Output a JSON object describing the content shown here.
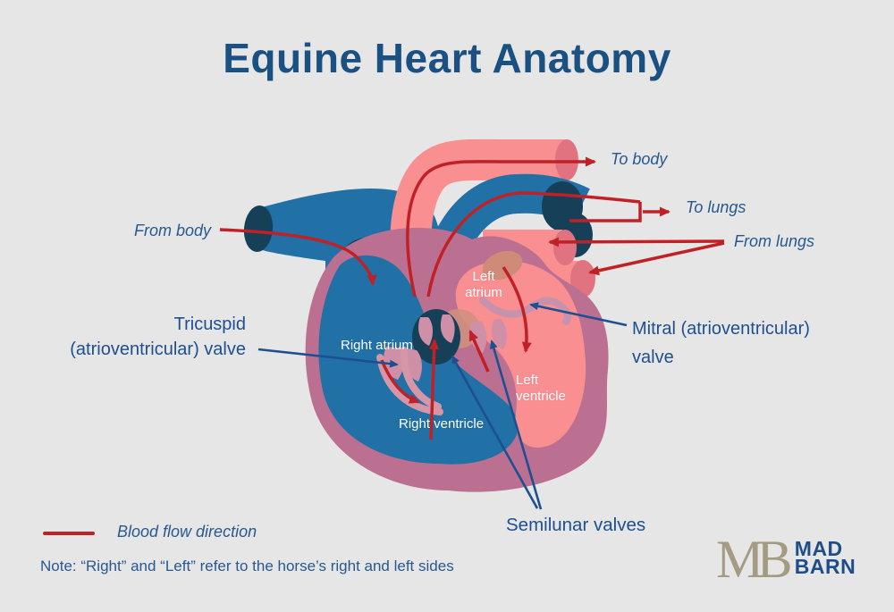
{
  "title": "Equine Heart Anatomy",
  "background": "#e7e6e6",
  "colors": {
    "title_text": "#1a5182",
    "label_text": "#27598f",
    "flow_arrow_red": "#c02127",
    "pointer_line_blue": "#1d4f91",
    "heart_wall_mauve": "#bb7092",
    "right_heart_blue": "#2170a6",
    "left_heart_pink": "#f98f90",
    "vessel_dark_navy": "#164058",
    "vessel_cap_pink": "#e0737f",
    "valve_flap_mauve": "#cf8fa7",
    "chamber_label_white": "#ffffff",
    "logo_monogram": "#a39b83",
    "logo_wordmark": "#1d4e8a"
  },
  "diagram": {
    "flow_labels": {
      "from_body": "From body",
      "to_body": "To body",
      "to_lungs": "To lungs",
      "from_lungs": "From lungs"
    },
    "chamber_labels": {
      "left_atrium": "Left atrium",
      "right_atrium": "Right atrium",
      "left_ventricle": "Left ventricle",
      "right_ventricle": "Right ventricle"
    },
    "valve_labels": {
      "tricuspid_line1": "Tricuspid",
      "tricuspid_line2": "(atrioventricular) valve",
      "mitral_line1": "Mitral (atrioventricular)",
      "mitral_line2": "valve",
      "semilunar": "Semilunar valves"
    }
  },
  "legend": {
    "swatch_color": "#c02127",
    "label": "Blood flow direction"
  },
  "note": "Note: “Right” and “Left” refer to the horse’s right and left sides",
  "logo": {
    "monogram": "MB",
    "word1": "MAD",
    "word2": "BARN"
  }
}
